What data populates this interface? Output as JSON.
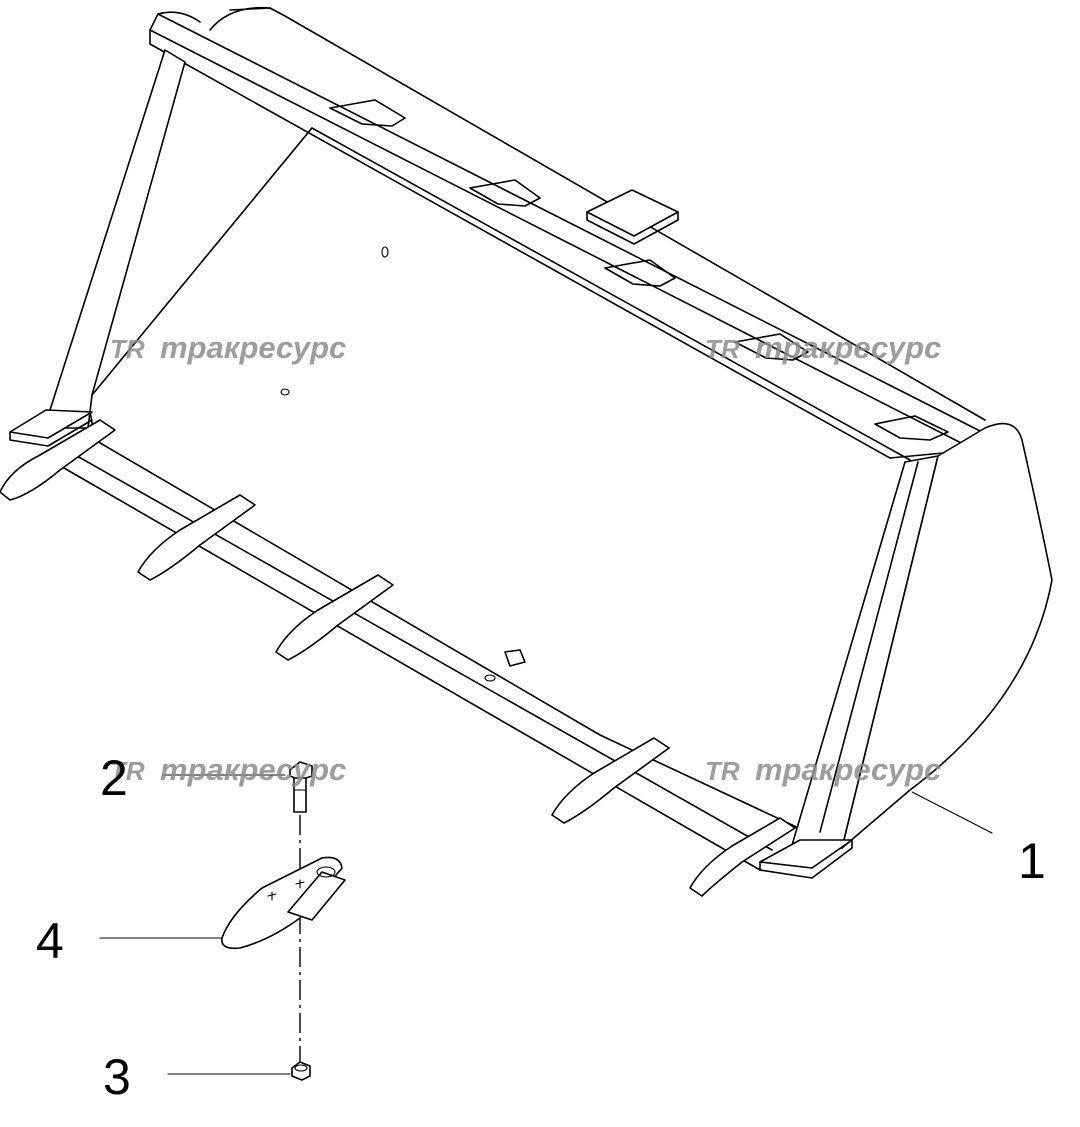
{
  "callouts": [
    {
      "id": "1",
      "label": "1"
    },
    {
      "id": "2",
      "label": "2"
    },
    {
      "id": "3",
      "label": "3"
    },
    {
      "id": "4",
      "label": "4"
    }
  ],
  "watermark": {
    "logo": "TR",
    "text": "тракресурс"
  },
  "parts": [
    {
      "callout": "1",
      "name": "bucket"
    },
    {
      "callout": "2",
      "name": "bolt"
    },
    {
      "callout": "3",
      "name": "nut"
    },
    {
      "callout": "4",
      "name": "tooth"
    }
  ],
  "colors": {
    "line": "#000000",
    "watermark": "#8c8c8c",
    "background": "#ffffff"
  }
}
